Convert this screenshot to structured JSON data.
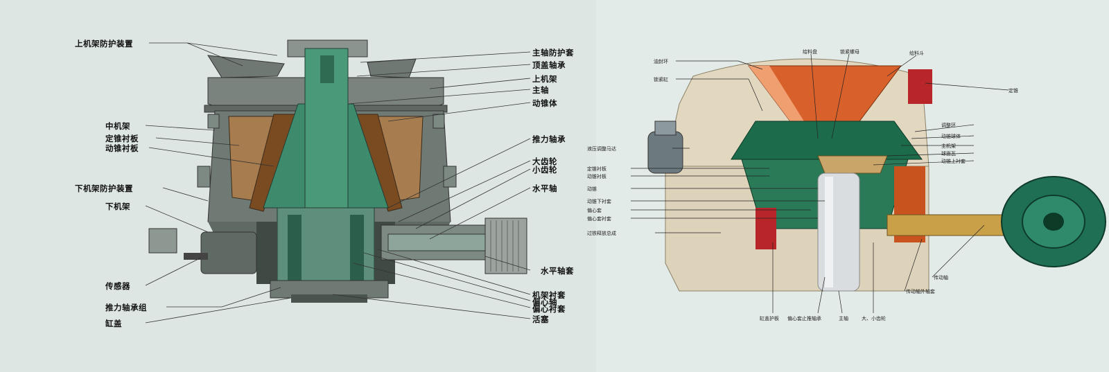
{
  "left_diagram": {
    "left_labels": [
      "上机架防护装置",
      "中机架",
      "定锥衬板",
      "动锥衬板",
      "下机架防护装置",
      "下机架",
      "传感器",
      "推力轴承组",
      "缸盖"
    ],
    "right_labels": [
      "主轴防护套",
      "顶盖轴承",
      "上机架",
      "主轴",
      "动锥体",
      "推力轴承",
      "大齿轮",
      "小齿轮",
      "水平轴",
      "水平轴套",
      "机架衬套",
      "偏心轴",
      "偏心衬套",
      "活塞"
    ]
  },
  "right_diagram": {
    "left_labels": [
      "油封环",
      "锁紧缸",
      "液压调整马达",
      "定锥衬板",
      "动锥衬板",
      "动锥",
      "动锥下衬套",
      "偏心套",
      "偏心套衬套",
      "过铁释放总成"
    ],
    "top_labels": [
      "给料盘",
      "锁紧螺母",
      "给料斗"
    ],
    "right_labels": [
      "定锥",
      "调整环",
      "动锥球体",
      "主机架",
      "球面瓦",
      "动锥上衬套",
      "传动轴",
      "传动轴外轴套"
    ],
    "bottom_labels": [
      "缸盖护板",
      "偏心套止推轴承",
      "主轴",
      "大、小齿轮"
    ]
  },
  "colors": {
    "left_bg": "#dde6e3",
    "right_bg": "#e3ebe8",
    "teal_body": "#3a8a6c",
    "brown_liner": "#8a5a2a",
    "orange_cone": "#d8602a",
    "green_cone": "#1c6b4a",
    "cream_frame": "#ddd3ba",
    "red_part": "#b8262a"
  }
}
